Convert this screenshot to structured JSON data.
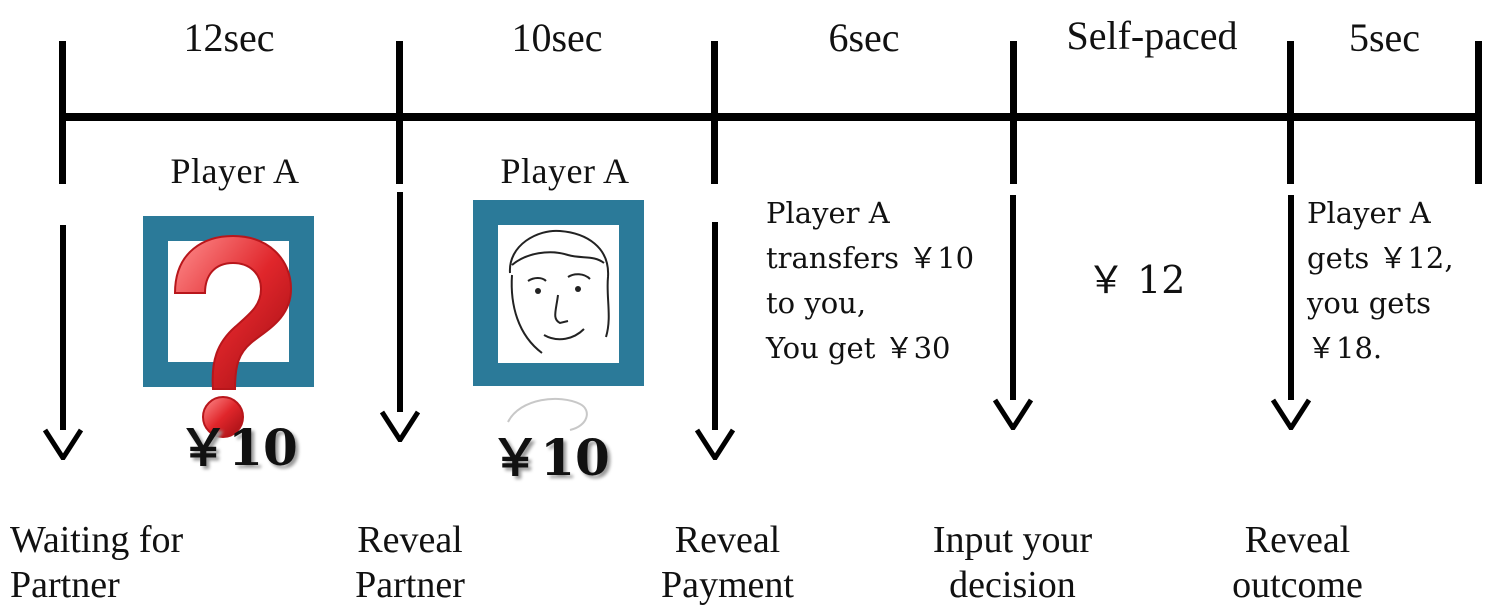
{
  "durations": [
    "12sec",
    "10sec",
    "6sec",
    "Self-paced",
    "5sec"
  ],
  "phase1": {
    "player_label": "Player A",
    "amount": "￥10"
  },
  "phase2": {
    "player_label": "Player A",
    "amount": "￥10"
  },
  "phase3": {
    "text": "Player A\ntransfers ￥10\nto you,\nYou get ￥30"
  },
  "phase4": {
    "amount": "￥ 12"
  },
  "phase5": {
    "text": "Player A\ngets ￥12,\nyou gets\n￥18."
  },
  "events": [
    "Waiting for\nPartner",
    "Reveal\nPartner",
    "Reveal\nPayment",
    "Input your\ndecision",
    "Reveal\noutcome"
  ],
  "colors": {
    "frame": "#2b7a99",
    "question_mark": "#e0262b",
    "line": "#000000"
  },
  "icons": [
    "question-mark-icon",
    "face-sketch-icon"
  ]
}
